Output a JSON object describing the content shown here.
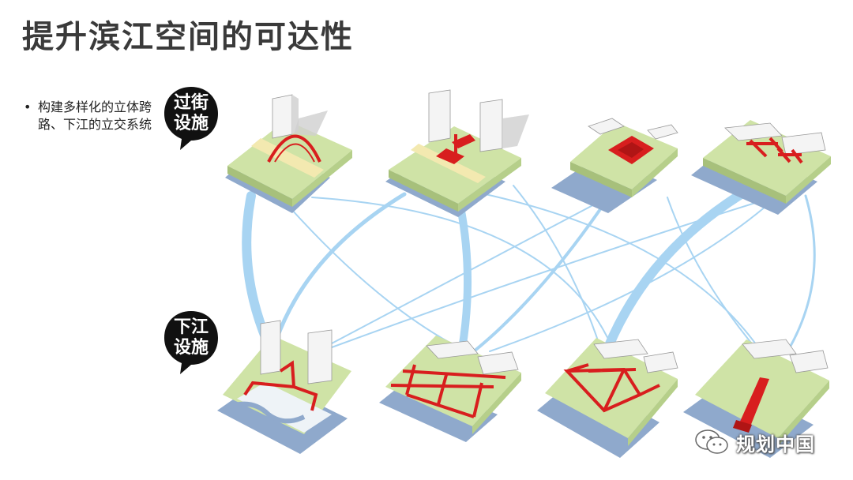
{
  "title": "提升滨江空间的可达性",
  "bullets": [
    "构建多样化的立体跨路、下江的立交系统"
  ],
  "tags": {
    "cross_street": "过街\n设施",
    "to_river": "下江\n设施"
  },
  "watermark": {
    "text": "规划中国",
    "icon": "wechat-icon"
  },
  "colors": {
    "connector": "#a8d4f2",
    "facility": "#d81e1e",
    "green": "#cfe3a6",
    "water": "#8fa9cc",
    "tag": "#111111"
  }
}
